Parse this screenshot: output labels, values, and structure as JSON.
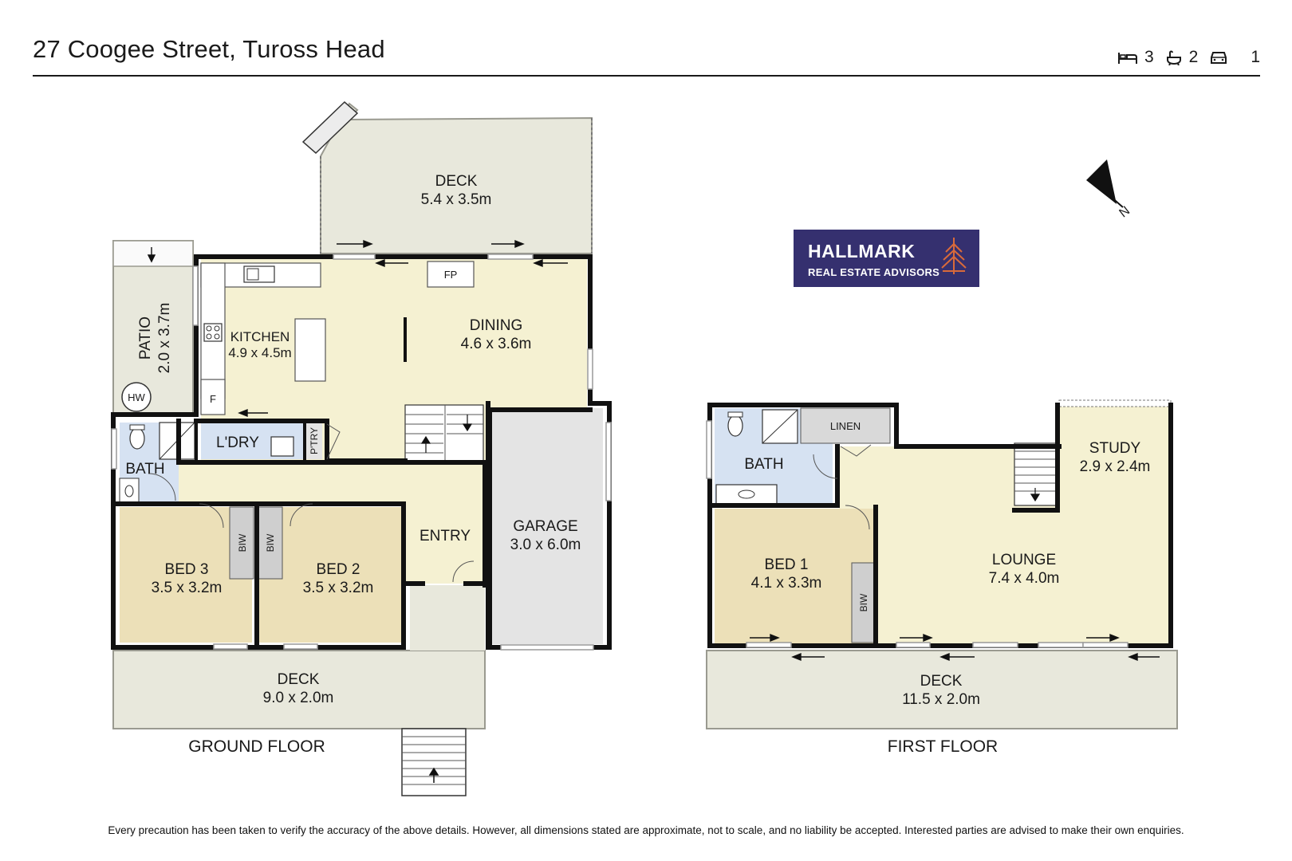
{
  "header": {
    "address": "27 Coogee Street, Tuross Head",
    "bedrooms": "3",
    "bathrooms": "2",
    "car_spaces": "1"
  },
  "logo": {
    "name": "HALLMARK",
    "tagline": "REAL ESTATE ADVISORS"
  },
  "compass": {
    "north_label": "N"
  },
  "ground_floor": {
    "title": "GROUND FLOOR",
    "deck_top": {
      "name": "DECK",
      "size": "5.4 x 3.5m"
    },
    "patio": {
      "name": "PATIO",
      "size": "2.0 x 3.7m"
    },
    "hw": "HW",
    "kitchen": {
      "name": "KITCHEN",
      "size": "4.9 x 4.5m"
    },
    "fp": "FP",
    "fridge": "F",
    "dining": {
      "name": "DINING",
      "size": "4.6 x 3.6m"
    },
    "bath": {
      "name": "BATH"
    },
    "laundry": {
      "name": "L'DRY"
    },
    "pantry": {
      "name": "P'TRY"
    },
    "garage": {
      "name": "GARAGE",
      "size": "3.0 x 6.0m"
    },
    "entry": {
      "name": "ENTRY"
    },
    "biw": "BIW",
    "bed3": {
      "name": "BED 3",
      "size": "3.5 x 3.2m"
    },
    "bed2": {
      "name": "BED 2",
      "size": "3.5 x 3.2m"
    },
    "deck_bottom": {
      "name": "DECK",
      "size": "9.0 x 2.0m"
    }
  },
  "first_floor": {
    "title": "FIRST FLOOR",
    "bath": {
      "name": "BATH"
    },
    "linen": {
      "name": "LINEN"
    },
    "study": {
      "name": "STUDY",
      "size": "2.9 x 2.4m"
    },
    "bed1": {
      "name": "BED 1",
      "size": "4.1 x 3.3m"
    },
    "biw": "BIW",
    "lounge": {
      "name": "LOUNGE",
      "size": "7.4 x 4.0m"
    },
    "deck": {
      "name": "DECK",
      "size": "11.5 x 2.0m"
    }
  },
  "colors": {
    "deck": "#e8e8dc",
    "living": "#f5f1d2",
    "bedroom": "#ece0b8",
    "wet": "#d6e2f2",
    "garage": "#e4e4e4",
    "wall": "#111111",
    "logo_bg": "#35306f"
  },
  "disclaimer": "Every precaution has been taken to verify the accuracy of the above details. However, all dimensions stated are approximate, not to scale, and no liability be accepted. Interested parties are advised to make their own enquiries."
}
